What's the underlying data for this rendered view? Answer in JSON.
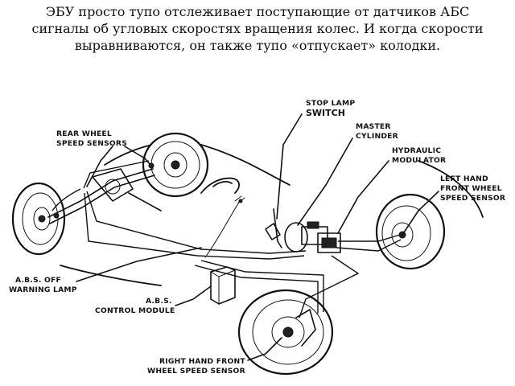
{
  "caption": {
    "line1": "ЭБУ просто тупо отслеживает поступающие от датчиков АБС",
    "line2": "сигналы об угловых скоростях вращения колес. И когда скорости",
    "line3": "выравниваются, он также тупо «отпускает» колодки."
  },
  "labels": {
    "stop_lamp_1": "STOP LAMP",
    "stop_lamp_2": "SWITCH",
    "master_1": "MASTER",
    "master_2": "CYLINDER",
    "hydraulic_1": "HYDRAULIC",
    "hydraulic_2": "MODULATOR",
    "left_front_1": "LEFT HAND",
    "left_front_2": "FRONT WHEEL",
    "left_front_3": "SPEED SENSOR",
    "rear_wheel_1": "REAR WHEEL",
    "rear_wheel_2": "SPEED SENSORS",
    "abs_off_1": "A.B.S. OFF",
    "abs_off_2": "WARNING LAMP",
    "control_1": "A.B.S.",
    "control_2": "CONTROL MODULE",
    "right_front_1": "RIGHT HAND FRONT",
    "right_front_2": "WHEEL SPEED SENSOR"
  }
}
